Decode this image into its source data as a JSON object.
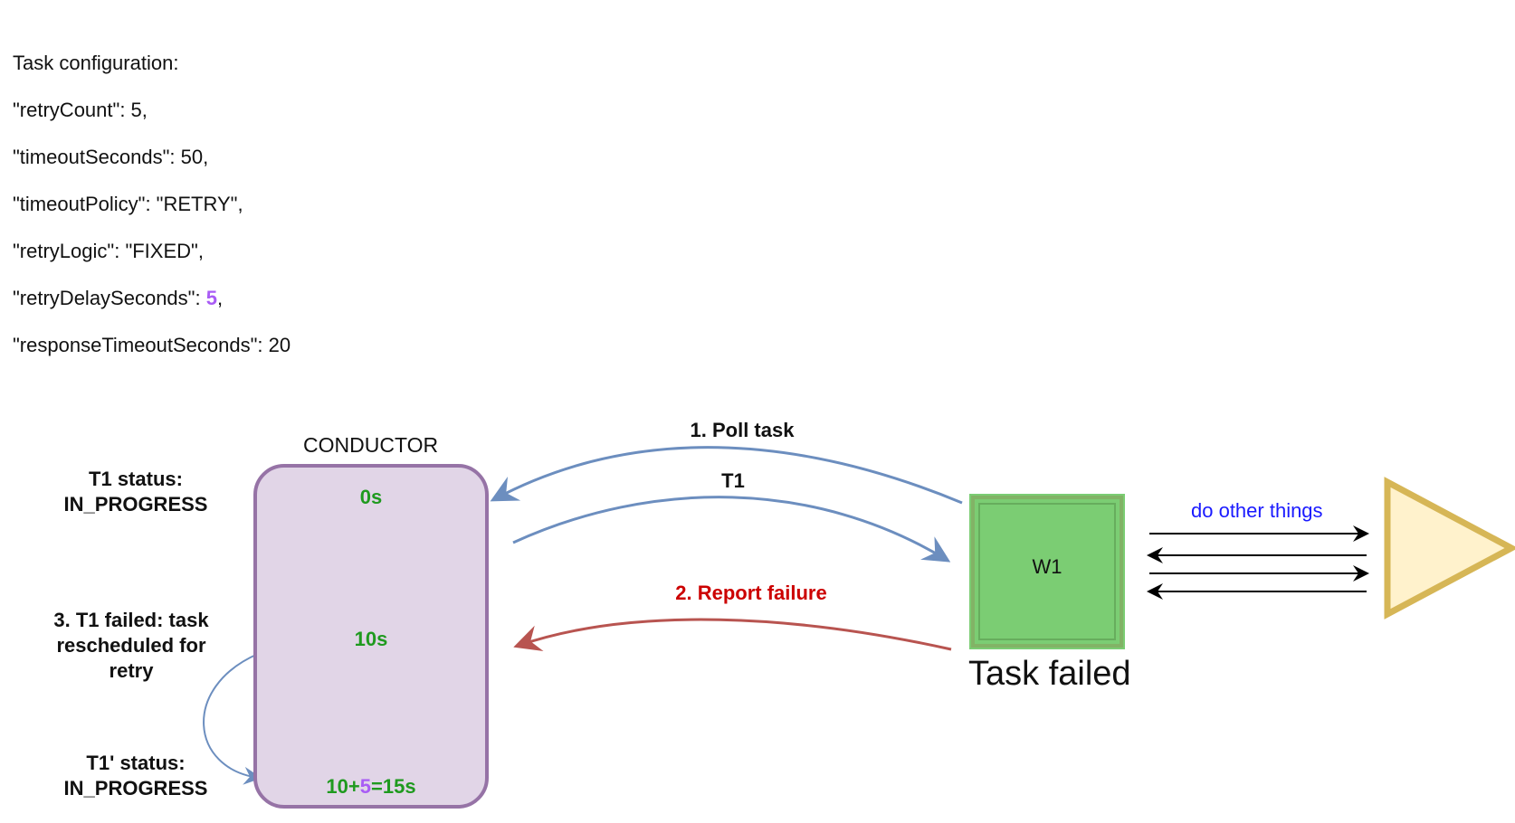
{
  "config": {
    "heading": "Task configuration:",
    "lines": [
      {
        "before": "\"retryCount\": 5,",
        "hl": "",
        "after": ""
      },
      {
        "before": "\"timeoutSeconds\": 50,",
        "hl": "",
        "after": ""
      },
      {
        "before": "\"timeoutPolicy\": \"RETRY\",",
        "hl": "",
        "after": ""
      },
      {
        "before": "\"retryLogic\": \"FIXED\",",
        "hl": "",
        "after": ""
      },
      {
        "before": "\"retryDelaySeconds\": ",
        "hl": "5",
        "after": ","
      },
      {
        "before": "\"responseTimeoutSeconds\": 20",
        "hl": "",
        "after": ""
      }
    ]
  },
  "conductor": {
    "title": "CONDUCTOR",
    "t0": "0s",
    "t10": "10s",
    "t15_a": "10+",
    "t15_b": "5",
    "t15_c": "=15s"
  },
  "status": {
    "t1_line1": "T1 status:",
    "t1_line2": "IN_PROGRESS",
    "failed_line1": "3. T1 failed: task",
    "failed_line2": "rescheduled for",
    "failed_line3": "retry",
    "t1p_line1": "T1' status:",
    "t1p_line2": "IN_PROGRESS"
  },
  "arrows": {
    "poll": "1. Poll task",
    "t1": "T1",
    "report": "2. Report failure",
    "other": "do other things"
  },
  "worker": {
    "name": "W1",
    "caption": "Task failed"
  },
  "colors": {
    "green": "#1f9a1f",
    "purple": "#a95cf5",
    "blue_arrow": "#6c8ebf",
    "red_arrow": "#b85450",
    "red_text": "#cc0000",
    "blue_text": "#1a1aff",
    "triangle_fill": "#fff2cc",
    "triangle_stroke": "#d6b656"
  }
}
